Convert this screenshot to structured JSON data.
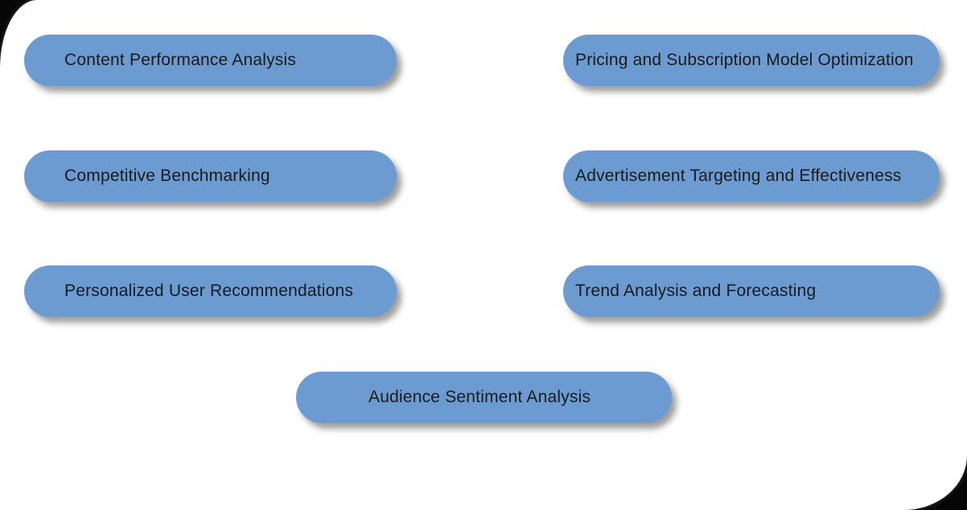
{
  "diagram": {
    "colors": {
      "pill_fill": "#6c9bd2",
      "pill_text": "#1a1a1a",
      "canvas_background": "#ffffff",
      "frame_corner": "#060606"
    },
    "left_column": [
      {
        "label": "Content Performance Analysis"
      },
      {
        "label": "Competitive Benchmarking"
      },
      {
        "label": "Personalized User Recommendations"
      }
    ],
    "right_column": [
      {
        "label": "Pricing and Subscription Model Optimization"
      },
      {
        "label": "Advertisement Targeting and Effectiveness"
      },
      {
        "label": "Trend Analysis and Forecasting"
      }
    ],
    "bottom": [
      {
        "label": "Audience Sentiment Analysis"
      }
    ]
  }
}
